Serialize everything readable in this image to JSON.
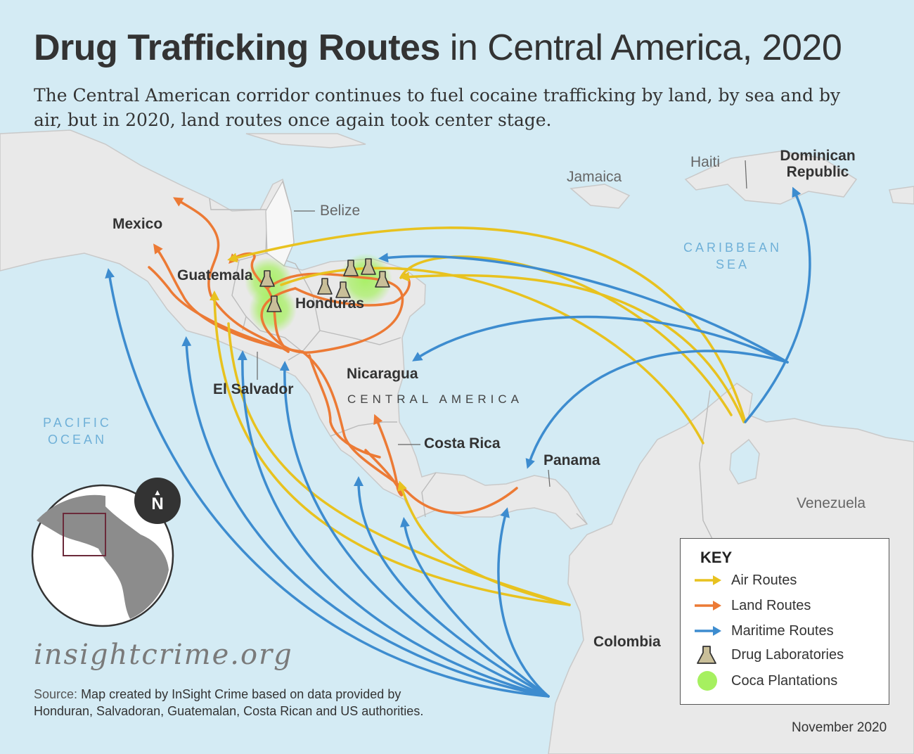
{
  "title_bold": "Drug Trafficking Routes",
  "title_rest": "in Central America, 2020",
  "subtitle": "The Central American corridor continues to fuel cocaine trafficking by land, by sea and by air, but in 2020, land routes once again took center stage.",
  "labels": {
    "mexico": "Mexico",
    "belize": "Belize",
    "guatemala": "Guatemala",
    "honduras": "Honduras",
    "el_salvador": "El Salvador",
    "nicaragua": "Nicaragua",
    "central_america": "CENTRAL AMERICA",
    "costa_rica": "Costa Rica",
    "panama": "Panama",
    "colombia": "Colombia",
    "venezuela": "Venezuela",
    "jamaica": "Jamaica",
    "haiti": "Haiti",
    "dominican_republic": "Dominican Republic",
    "caribbean_sea": "CARIBBEAN SEA",
    "pacific_ocean": "PACIFIC OCEAN"
  },
  "north_symbol": "N",
  "key": {
    "title": "KEY",
    "items": [
      {
        "label": "Air Routes",
        "symbol": "arrow",
        "color": "#e8c21f"
      },
      {
        "label": "Land Routes",
        "symbol": "arrow",
        "color": "#ec7a35"
      },
      {
        "label": "Maritime Routes",
        "symbol": "arrow",
        "color": "#3d8ccf"
      },
      {
        "label": "Drug Laboratories",
        "symbol": "flask-icon",
        "color": "#c9bf99"
      },
      {
        "label": "Coca Plantations",
        "symbol": "green-dot",
        "color": "#a6f060"
      }
    ]
  },
  "brand": "insightcrime.org",
  "source_label": "Source:",
  "source_text": "Map created by InSight Crime based on data provided by Honduran, Salvadoran, Guatemalan, Costa Rican and US authorities.",
  "date": "November 2020",
  "colors": {
    "sea": "#d4ebf4",
    "land": "#e9e9e9",
    "air": "#e8c21f",
    "land_route": "#ec7a35",
    "maritime": "#3d8ccf",
    "coca": "#a6f060",
    "text": "#333333"
  }
}
